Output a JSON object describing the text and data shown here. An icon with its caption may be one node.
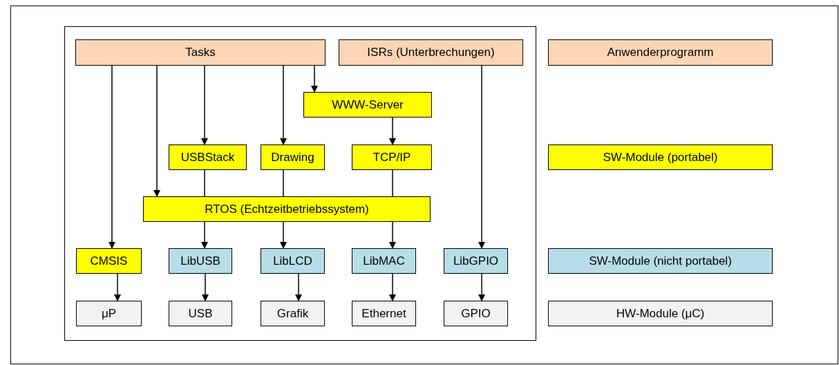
{
  "diagram": {
    "nodes": [
      {
        "text": [],
        "shape": "box"
      },
      {
        "text": [
          "Tasks"
        ],
        "in": 0
      },
      {
        "text": [
          "ISRs (Unterbrechungen)"
        ],
        "in": 0
      },
      {
        "text": [
          "Anwenderprogramm"
        ]
      },
      {
        "text": [
          "WWW-Server"
        ],
        "in": 0
      },
      {
        "text": [
          "USBStack"
        ],
        "in": 0
      },
      {
        "text": [
          "Drawing"
        ],
        "in": 0
      },
      {
        "text": [
          "TCP/IP"
        ],
        "in": 0
      },
      {
        "text": [
          "SW-Module (portabel)"
        ]
      },
      {
        "text": [
          "RTOS (Echtzeitbetriebssystem)"
        ],
        "in": 0
      },
      {
        "text": [
          "CMSIS"
        ],
        "in": 0
      },
      {
        "text": [
          "LibUSB"
        ],
        "in": 0
      },
      {
        "text": [
          "LibLCD"
        ],
        "in": 0
      },
      {
        "text": [
          "LibMAC"
        ],
        "in": 0
      },
      {
        "text": [
          "LibGPIO"
        ],
        "in": 0
      },
      {
        "text": [
          "SW-Module (nicht portabel)"
        ]
      },
      {
        "text": [
          "μP"
        ],
        "in": 0
      },
      {
        "text": [
          "USB"
        ],
        "in": 0
      },
      {
        "text": [
          "Grafik"
        ],
        "in": 0
      },
      {
        "text": [
          "Ethernet"
        ],
        "in": 0
      },
      {
        "text": [
          "GPIO"
        ],
        "in": 0
      },
      {
        "text": [
          "HW-Module (μC)"
        ]
      }
    ],
    "edges": [
      {
        "from": 1,
        "to": 10,
        "arrow": "to"
      },
      {
        "from": 1,
        "to": 9,
        "arrow": "to"
      },
      {
        "from": 1,
        "to": 5,
        "arrow": "to"
      },
      {
        "from": 1,
        "to": 6,
        "arrow": "to"
      },
      {
        "from": 1,
        "to": 4,
        "arrow": "to"
      },
      {
        "from": 2,
        "to": 14,
        "arrow": "to"
      },
      {
        "from": 4,
        "to": 7,
        "arrow": "to"
      },
      {
        "from": 5,
        "to": 9,
        "arrow": "none"
      },
      {
        "from": 6,
        "to": 9,
        "arrow": "none"
      },
      {
        "from": 7,
        "to": 9,
        "arrow": "none"
      },
      {
        "from": 9,
        "to": 11,
        "arrow": "to"
      },
      {
        "from": 9,
        "to": 12,
        "arrow": "to"
      },
      {
        "from": 9,
        "to": 13,
        "arrow": "to"
      },
      {
        "from": 10,
        "to": 16,
        "arrow": "to"
      },
      {
        "from": 11,
        "to": 17,
        "arrow": "to"
      },
      {
        "from": 12,
        "to": 18,
        "arrow": "to"
      },
      {
        "from": 13,
        "to": 19,
        "arrow": "to"
      },
      {
        "from": 14,
        "to": 20,
        "arrow": "to"
      }
    ]
  }
}
